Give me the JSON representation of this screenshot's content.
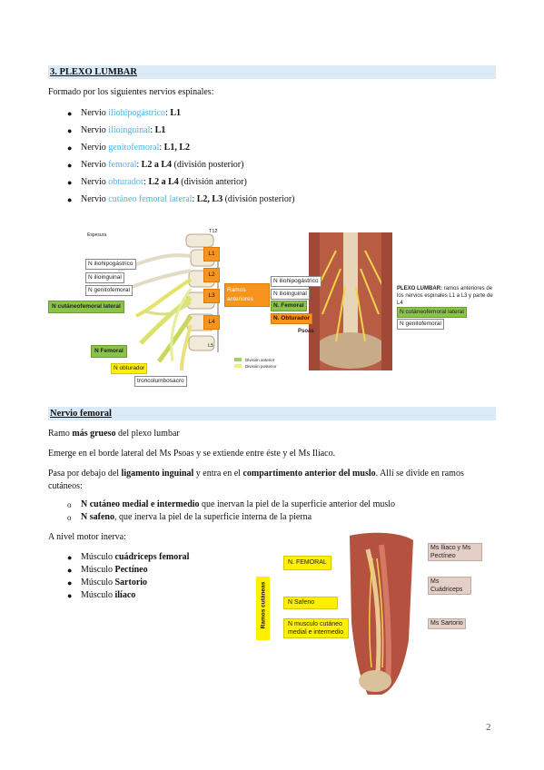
{
  "section3": {
    "title": "3. PLEXO LUMBAR",
    "intro": "Formado por los siguientes nervios espinales:",
    "nerves": [
      {
        "prefix": "Nervio ",
        "name": "iliohipogástrico",
        "suffix_bold": "L1",
        "suffix_plain": ""
      },
      {
        "prefix": "Nervio ",
        "name": "ilioinguinal",
        "suffix_bold": "L1",
        "suffix_plain": ""
      },
      {
        "prefix": "Nervio ",
        "name": "genitofemoral",
        "suffix_bold": "L1, L2",
        "suffix_plain": ""
      },
      {
        "prefix": "Nervio ",
        "name": "femoral",
        "suffix_bold": "L2 a L4",
        "suffix_plain": " (división posterior)"
      },
      {
        "prefix": "Nervio ",
        "name": "obturador",
        "suffix_bold": "L2 a L4",
        "suffix_plain": " (división anterior)"
      },
      {
        "prefix": "Nervio ",
        "name": "cutáneo femoral lateral",
        "suffix_bold": "L2, L3",
        "suffix_plain": " (división posterior)"
      }
    ]
  },
  "figure1": {
    "labels": {
      "iliohipogastrico": "N iliohipogástrico",
      "ilioinguinal": "N ilioinguinal",
      "genitofemoral": "N genitofemoral",
      "cutaneo": "N cutáneofemoral lateral",
      "femoral": "N Femoral",
      "obturador": "N obturador",
      "troncolumbosacro": "troncolumbosacro",
      "ramos": "Ramos anteriores",
      "L1": "L1",
      "L2": "L2",
      "L3": "L3",
      "L4": "L4",
      "T12": "T12",
      "L5": "L5",
      "legend_a": "División anterior",
      "legend_p": "División posterior",
      "top_small": "Espesura"
    }
  },
  "figure2": {
    "labels": {
      "iliohipogastrico": "N iliohipogástrico",
      "ilioinguinal": "N ilioinguinal",
      "femoral": "N. Femoral",
      "obturador": "N. Obturador",
      "psoas": "Psoas",
      "plexo_title": "PLEXO LUMBAR:",
      "plexo_text": " ramos anteriores de los nervios espinales L1 a L3 y parte de L4",
      "cutaneo": "N cutáneofemoral lateral",
      "genitofemoral": "N genitofemoral"
    }
  },
  "femoral_section": {
    "title": "Nervio femoral",
    "p1_pre": "Ramo ",
    "p1_bold": "más grueso",
    "p1_post": " del plexo lumbar",
    "p2": "Emerge en el borde lateral del Ms Psoas y se extiende entre éste y el Ms Ilíaco.",
    "p3_a": "Pasa por debajo del ",
    "p3_b": "ligamento inguinal",
    "p3_c": " y entra en el ",
    "p3_d": "compartimento anterior del muslo",
    "p3_e": ". Allí se divide en ramos cutáneos:",
    "sub": [
      {
        "bold": "N cutáneo medial e intermedio",
        "plain": " que inervan la piel de la superficie anterior del muslo"
      },
      {
        "bold": "N safeno",
        "plain": ", que inerva la piel de la superficie interna de la pierna"
      }
    ],
    "motor_intro": "A nivel motor inerva:",
    "motor": [
      {
        "plain": "Músculo ",
        "bold": "cuádriceps femoral"
      },
      {
        "plain": "Músculo ",
        "bold": "Pectíneo"
      },
      {
        "plain": "Músculo ",
        "bold": "Sartorio"
      },
      {
        "plain": "Músculo ",
        "bold": "ilíaco"
      }
    ]
  },
  "figure3": {
    "labels": {
      "femoral": "N. FEMORAL",
      "safeno": "N Safeno",
      "cutaneo": "N musculo cutáneo medial e intermedio",
      "ramos": "Ramos cutáneas",
      "iliaco": "Ms Iliaco y Ms Pectíneo",
      "cuadriceps": "Ms Cuádriceps",
      "sartorio": "Ms Sartorio"
    }
  },
  "page_number": "2",
  "colors": {
    "accent_blue": "#4ab3e5",
    "header_bg": "#dbeaf7",
    "orange": "#f7941d",
    "green": "#8bc34a",
    "yellow": "#ffef00"
  }
}
